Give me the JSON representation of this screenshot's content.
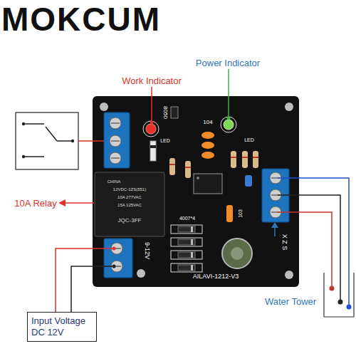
{
  "diagram": {
    "title": "MOKCUM",
    "nodes": [
      {
        "text": [
          "Input Voltage DC 12V"
        ]
      }
    ],
    "labels": [
      "Power Indicator",
      "Work Indicator",
      "8050",
      "104",
      "LED",
      "LED",
      "10A Relay",
      "CHINA",
      "12VDC-1ZS(551)",
      "10A 277VAC",
      "15A 125VAC",
      "JQC-3FF",
      "4007*4",
      "103",
      "9-12V",
      "X Z S",
      "AILAVI-1212-V3",
      "Water Tower"
    ]
  }
}
